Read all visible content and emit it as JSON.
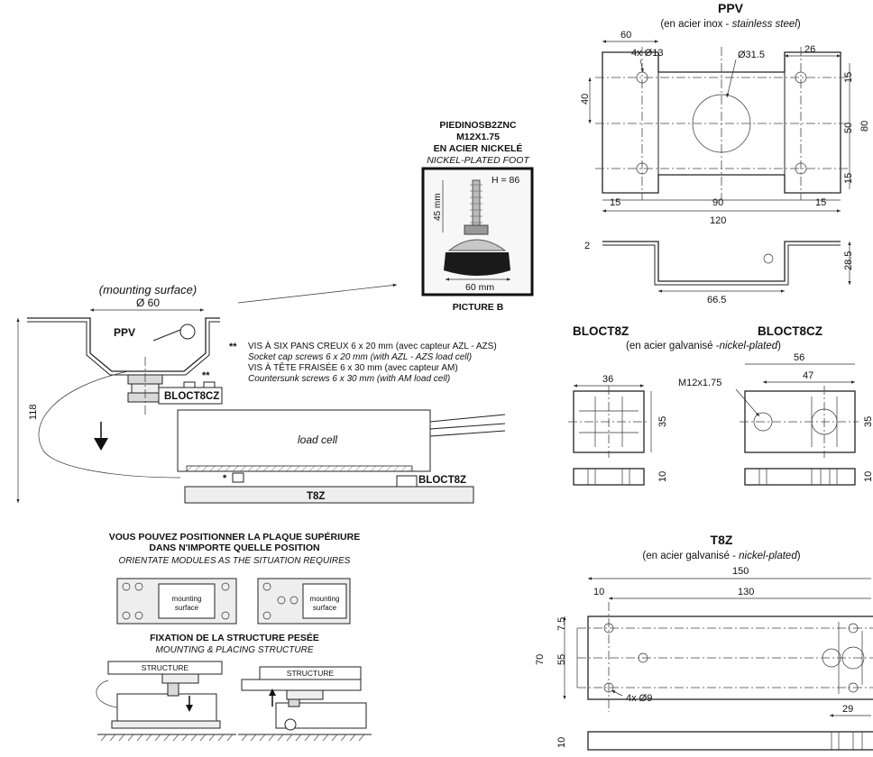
{
  "ppv": {
    "title": "PPV",
    "subtitle_fr": "(en acier inox - ",
    "subtitle_en": "stainless steel",
    "subtitle_end": ")",
    "dims": {
      "d60": "60",
      "holes": "4x Ø13",
      "d31": "Ø31.5",
      "d26": "26",
      "d40": "40",
      "d15a": "15",
      "d50": "50",
      "d80": "80",
      "d15b": "15",
      "d15c": "15",
      "d90": "90",
      "d15d": "15",
      "d120": "120",
      "d2": "2",
      "d28": "28.5",
      "d66": "66.5"
    }
  },
  "foot": {
    "code": "PIEDINOSB2ZNC",
    "thread": "M12X1.75",
    "material_fr": "EN ACIER NICKELÉ",
    "material_en": "NICKEL-PLATED FOOT",
    "h": "H = 86",
    "mm45": "45 mm",
    "mm60": "60 mm",
    "caption": "PICTURE B"
  },
  "assembly": {
    "mount_label": "(mounting surface)",
    "mount_dia": "Ø 60",
    "ppv": "PPV",
    "bloct8cz": "BLOCT8CZ",
    "stars2": "**",
    "load_cell": "load cell",
    "star1": "*",
    "bloct8z": "BLOCT8Z",
    "t8z": "T8Z",
    "h118": "118",
    "note_stars": "**",
    "note1": "VIS À SIX PANS CREUX 6 x 20 mm (avec capteur AZL - AZS)",
    "note2": "Socket cap screws 6 x 20 mm (with AZL - AZS load cell)",
    "note3": "VIS À TÊTE FRAISÉE 6 x 30 mm (avec capteur AM)",
    "note4": "Countersunk screws 6 x 30 mm (with AM load cell)"
  },
  "blocks": {
    "bloct8z_title": "BLOCT8Z",
    "bloct8cz_title": "BLOCT8CZ",
    "sub_fr": "(en acier galvanisé -",
    "sub_en": "nickel-plated",
    "sub_end": ")",
    "d36": "36",
    "d35a": "35",
    "d10a": "10",
    "d56": "56",
    "d47": "47",
    "thread": "M12x1.75",
    "d35b": "35",
    "d10b": "10"
  },
  "orient": {
    "title1": "VOUS POUVEZ POSITIONNER LA PLAQUE SUPÉRIURE",
    "title2": "DANS N'IMPORTE QUELLE POSITION",
    "subtitle": "ORIENTATE MODULES AS THE SITUATION REQUIRES",
    "ms1a": "mounting",
    "ms1b": "surface",
    "ms2a": "mounting",
    "ms2b": "surface",
    "fix_title": "FIXATION DE LA STRUCTURE PESÉE",
    "fix_sub": "MOUNTING & PLACING STRUCTURE",
    "structure1": "STRUCTURE",
    "structure2": "STRUCTURE"
  },
  "t8z": {
    "title": "T8Z",
    "sub_fr": "(en acier galvanisé - ",
    "sub_en": "nickel-plated",
    "sub_end": ")",
    "d150": "150",
    "d10": "10",
    "d130": "130",
    "d7": "7.5",
    "d70": "70",
    "d55": "55",
    "holes": "4x Ø9",
    "d29": "29",
    "d10b": "10"
  }
}
